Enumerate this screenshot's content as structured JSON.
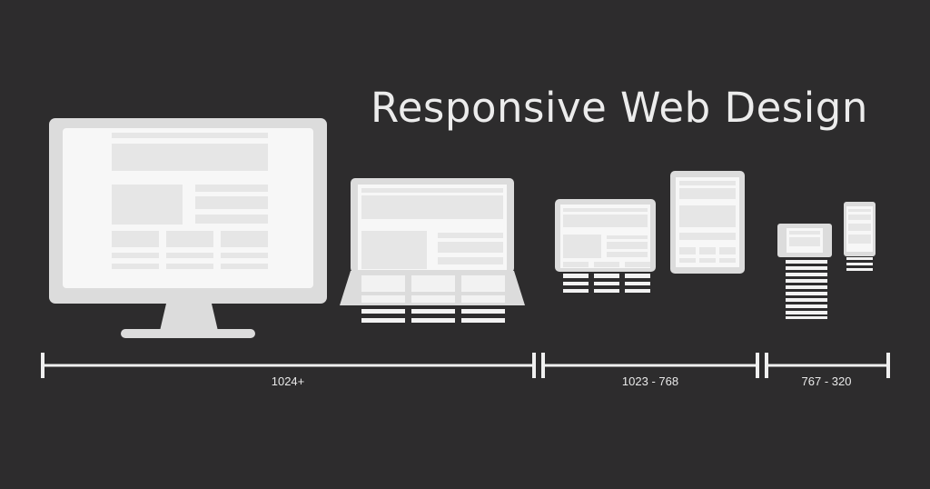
{
  "title": "Responsive Web Design",
  "colors": {
    "background": "#2d2c2d",
    "device": "#dcdcdc",
    "screen": "#f7f7f7",
    "block": "#e6e6e6",
    "ruler": "#f0f0f0"
  },
  "ranges": [
    {
      "label": "1024+"
    },
    {
      "label": "1023 - 768"
    },
    {
      "label": "767 - 320"
    }
  ],
  "devices": [
    {
      "name": "desktop-monitor",
      "icon": "monitor-icon"
    },
    {
      "name": "laptop",
      "icon": "laptop-icon"
    },
    {
      "name": "tablet-landscape",
      "icon": "tablet-landscape-icon"
    },
    {
      "name": "tablet-portrait",
      "icon": "tablet-portrait-icon"
    },
    {
      "name": "phone-landscape",
      "icon": "phone-landscape-icon"
    },
    {
      "name": "phone-portrait",
      "icon": "phone-portrait-icon"
    }
  ]
}
